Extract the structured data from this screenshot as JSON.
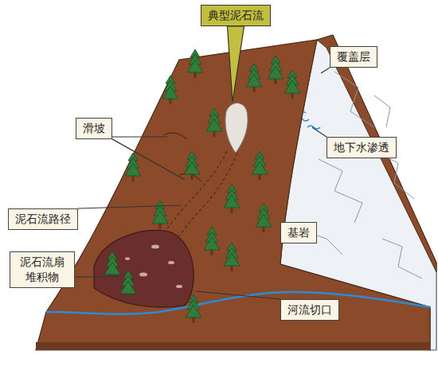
{
  "diagram": {
    "nodes": [
      {
        "text": [
          "典型泥石流"
        ]
      },
      {
        "text": [
          "覆盖层"
        ]
      },
      {
        "text": [
          "滑坡"
        ]
      },
      {
        "text": [
          "地下水渗透"
        ]
      },
      {
        "text": [
          "泥石流路径"
        ]
      },
      {
        "text": [
          "基岩"
        ]
      },
      {
        "text": [
          "泥石流扇 堆积物"
        ]
      },
      {
        "text": [
          "河流切口"
        ]
      }
    ]
  }
}
